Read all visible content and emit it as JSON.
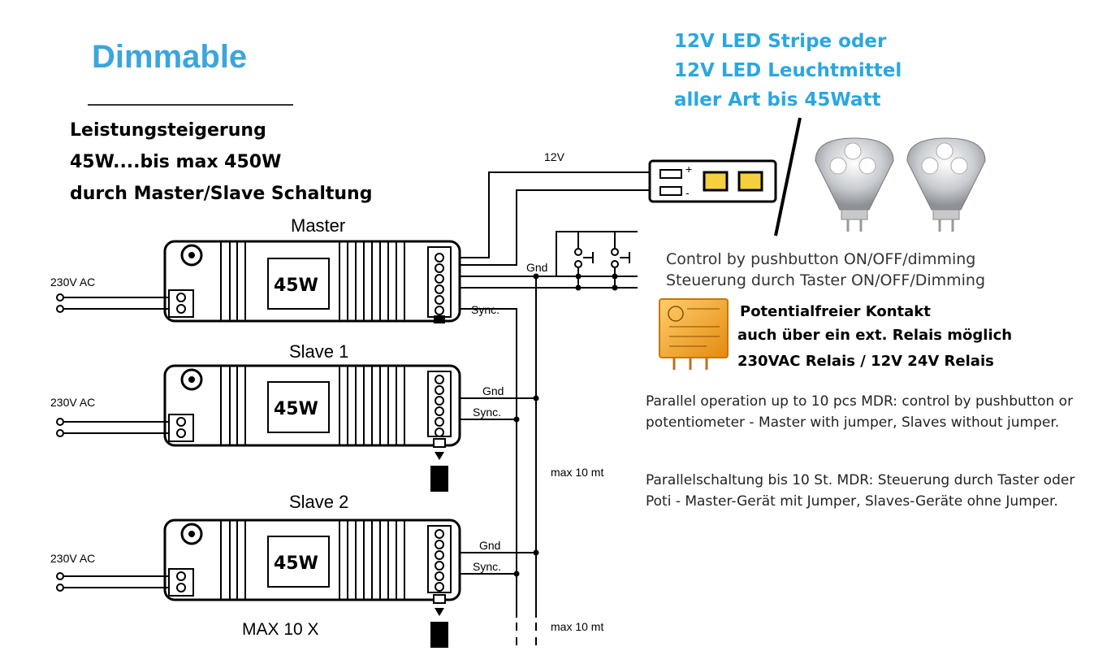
{
  "title": "Dimmable",
  "boost": {
    "line1": "Leistungsteigerung",
    "line2": "45W....bis max 450W",
    "line3": "durch Master/Slave Schaltung"
  },
  "led_caption": {
    "line1": "12V LED Stripe oder",
    "line2": "12V LED Leuchtmittel",
    "line3": "aller Art   bis 45Watt"
  },
  "control": {
    "en": "Control by pushbutton ON/OFF/dimming",
    "de": "Steuerung durch Taster ON/OFF/Dimming"
  },
  "relay": {
    "line1": "Potentialfreier Kontakt",
    "line2": "auch über ein ext. Relais möglich",
    "line3": "230VAC Relais / 12V 24V Relais"
  },
  "parallel": {
    "en": "Parallel operation up to 10 pcs MDR: control by pushbutton or potentiometer - Master with jumper, Slaves without jumper.",
    "de": "Parallelschaltung bis 10 St. MDR: Steuerung durch Taster oder Poti - Master-Gerät mit Jumper, Slaves-Geräte ohne Jumper."
  },
  "diagram": {
    "v12": "12V",
    "gnd": "Gnd",
    "sync": "Sync.",
    "ac": "230V AC",
    "max_dist": "max 10 mt",
    "max_units": "MAX 10 X",
    "plus": "+",
    "minus": "-",
    "devices": [
      {
        "name": "Master",
        "power": "45W"
      },
      {
        "name": "Slave 1",
        "power": "45W"
      },
      {
        "name": "Slave 2",
        "power": "45W"
      }
    ]
  },
  "colors": {
    "title_blue": "#3aa6dd",
    "caption_blue": "#2aa7e0",
    "led_yellow": "#f4d03f",
    "relay_orange": "#f39c12"
  }
}
